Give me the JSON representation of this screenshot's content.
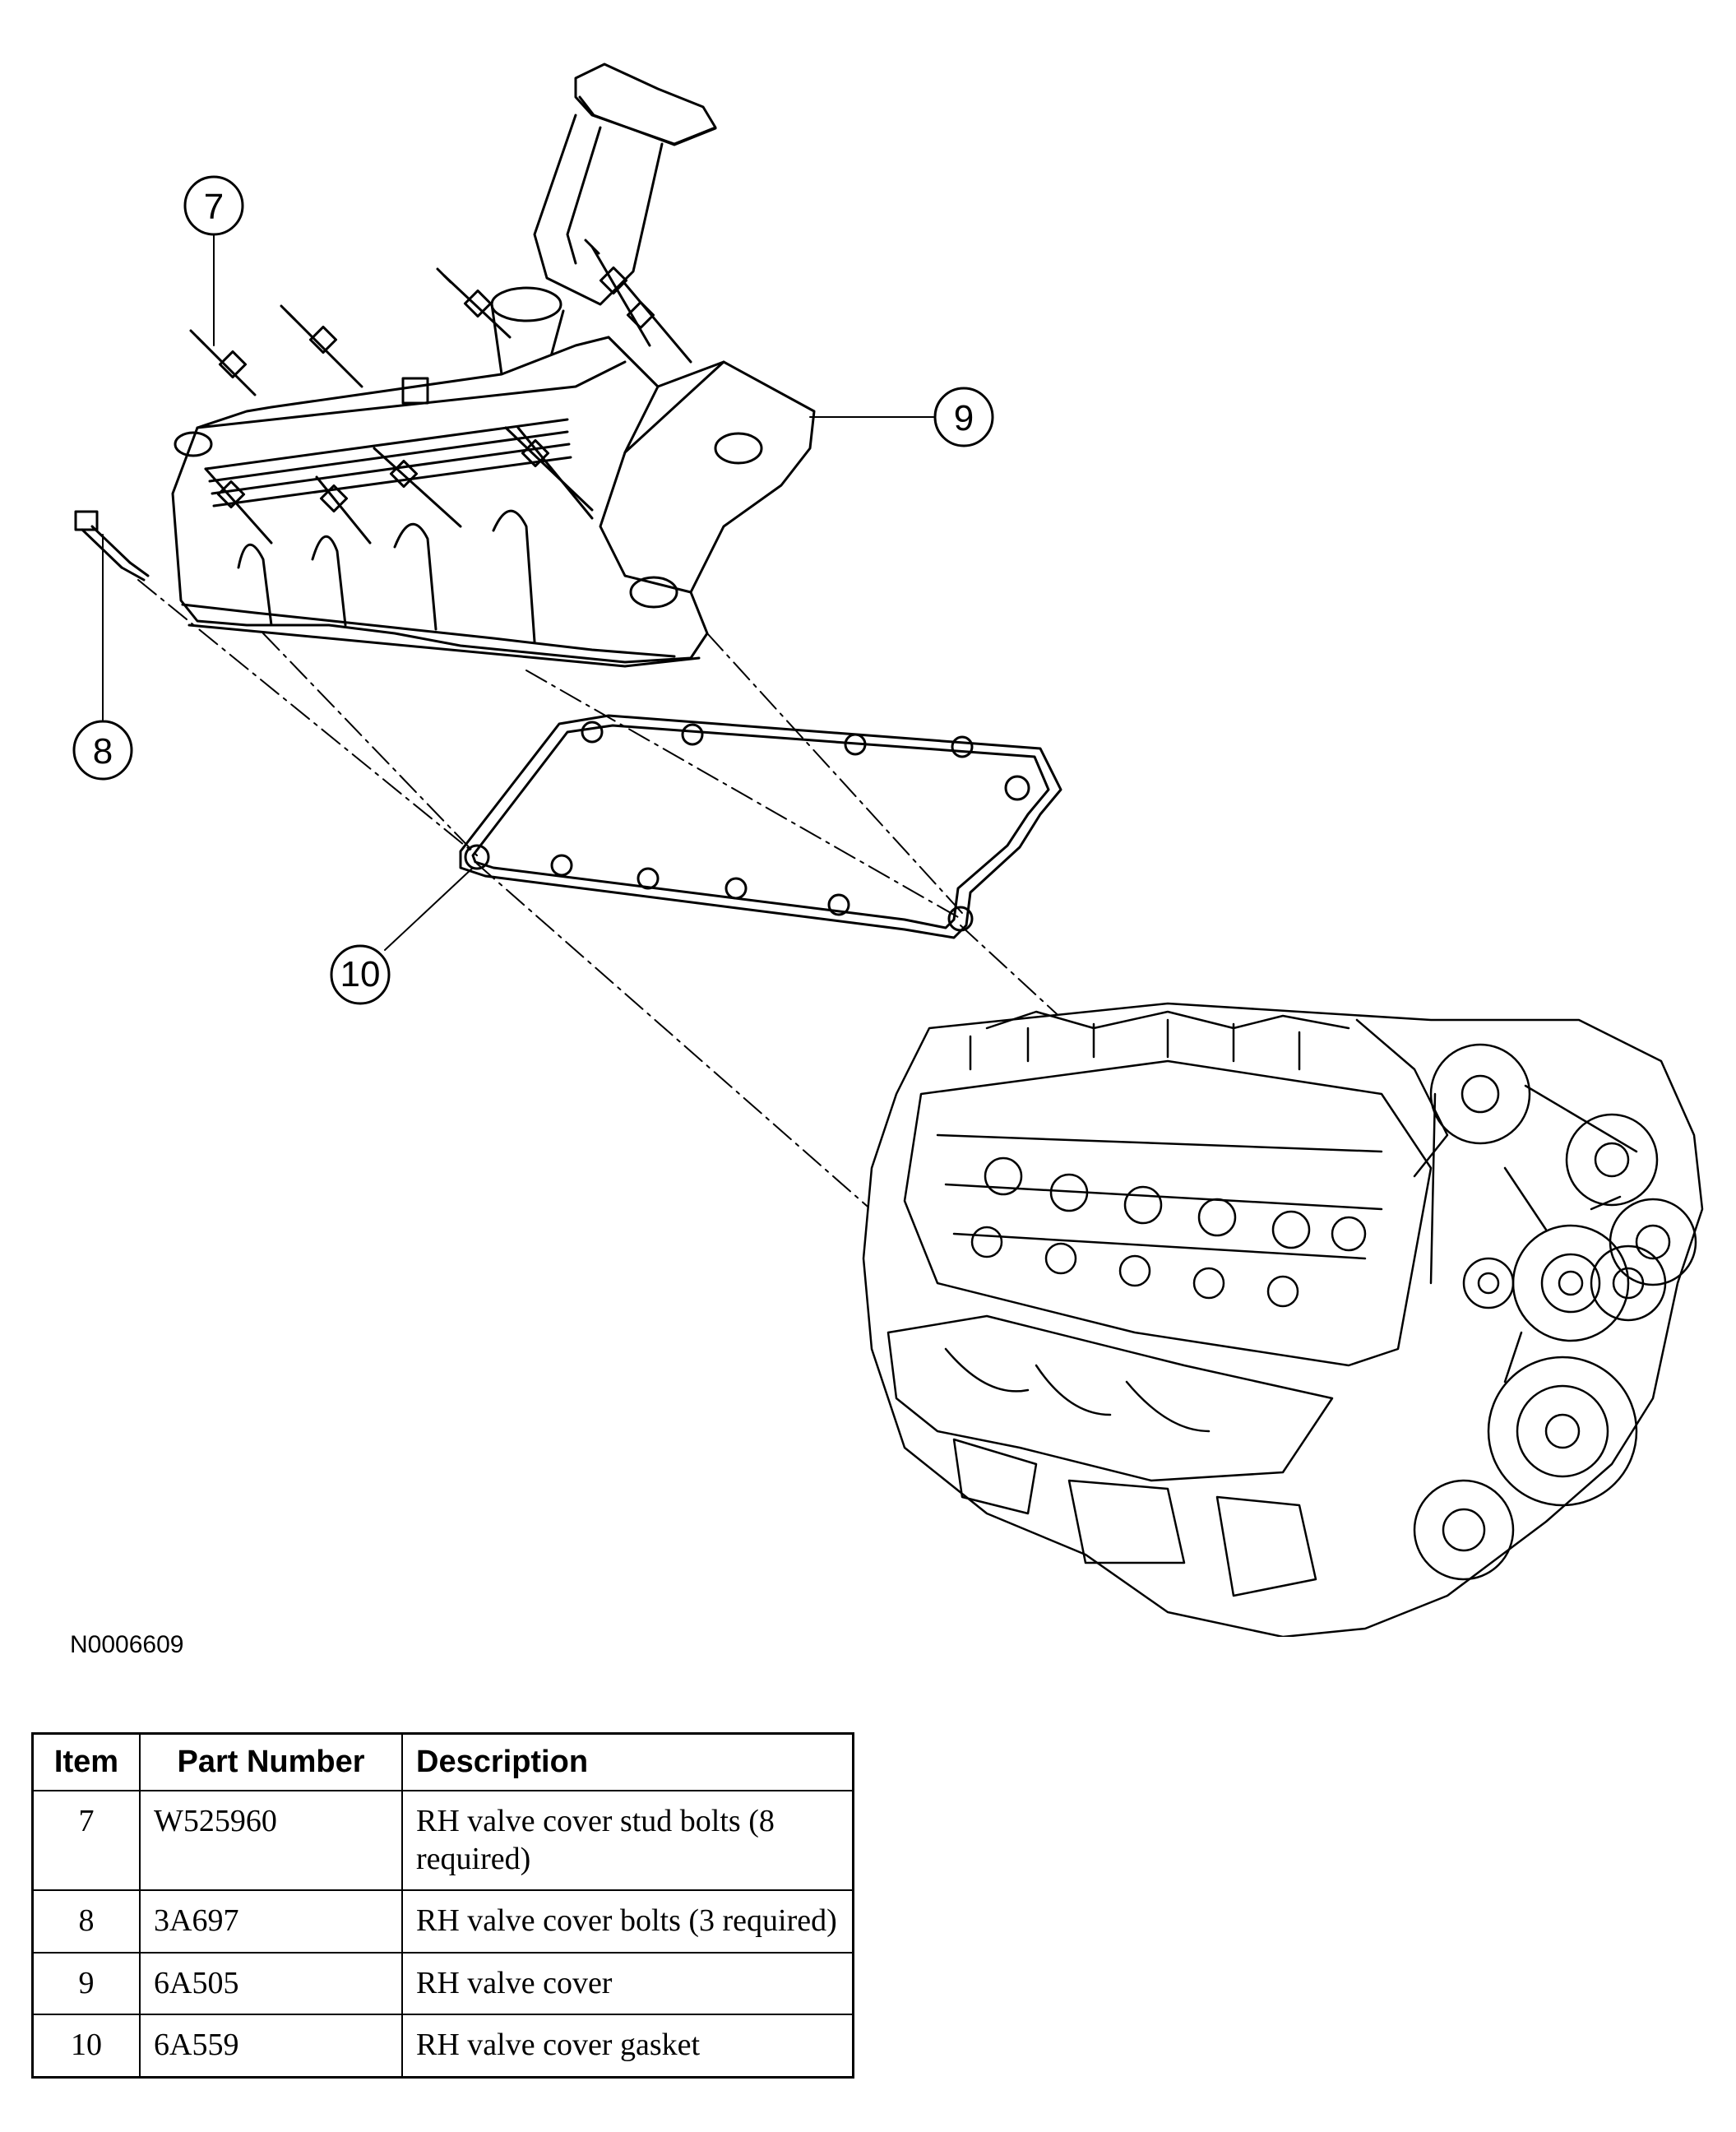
{
  "figure": {
    "callouts": [
      {
        "id": "callout-7",
        "label": "7"
      },
      {
        "id": "callout-8",
        "label": "8"
      },
      {
        "id": "callout-9",
        "label": "9"
      },
      {
        "id": "callout-10",
        "label": "10"
      }
    ],
    "figure_id": "N0006609"
  },
  "parts_table": {
    "headers": {
      "item": "Item",
      "part_number": "Part Number",
      "description": "Description"
    },
    "rows": [
      {
        "item": "7",
        "part_number": "W525960",
        "description": "RH valve cover stud bolts (8 required)"
      },
      {
        "item": "8",
        "part_number": "3A697",
        "description": "RH valve cover bolts (3 required)"
      },
      {
        "item": "9",
        "part_number": "6A505",
        "description": "RH valve cover"
      },
      {
        "item": "10",
        "part_number": "6A559",
        "description": "RH valve cover gasket"
      }
    ]
  }
}
